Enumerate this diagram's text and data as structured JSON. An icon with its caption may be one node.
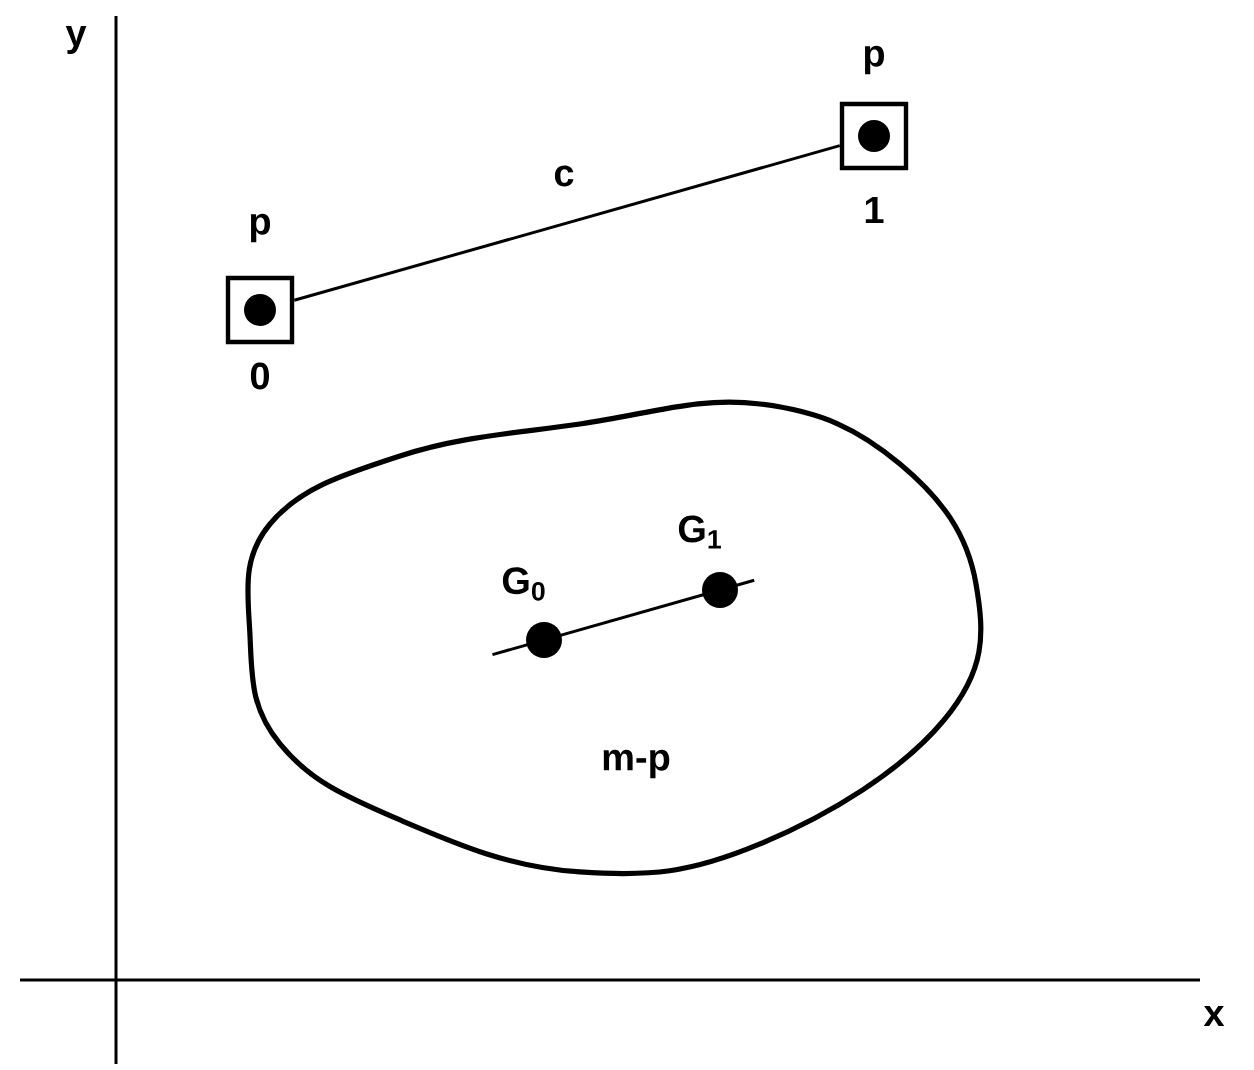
{
  "diagram": {
    "nodes": [
      {
        "text": [],
        "shape": "box",
        "beside": [
          "p",
          "0"
        ]
      },
      {
        "text": [],
        "shape": "box",
        "beside": [
          "p",
          "1"
        ]
      },
      {
        "text": [
          "m-p"
        ]
      },
      {
        "text": [],
        "shape": "circle",
        "beside": [
          "G$_{0}$"
        ],
        "in": 2
      },
      {
        "text": [],
        "shape": "circle",
        "beside": [
          "G$_{1}$"
        ],
        "in": 2
      }
    ],
    "edges": [
      {
        "from": 0,
        "to": 1,
        "arrow": "none",
        "label": "c"
      },
      {
        "from": 3,
        "to": 4,
        "arrow": "none"
      }
    ],
    "labels": [
      "y",
      "x"
    ]
  }
}
